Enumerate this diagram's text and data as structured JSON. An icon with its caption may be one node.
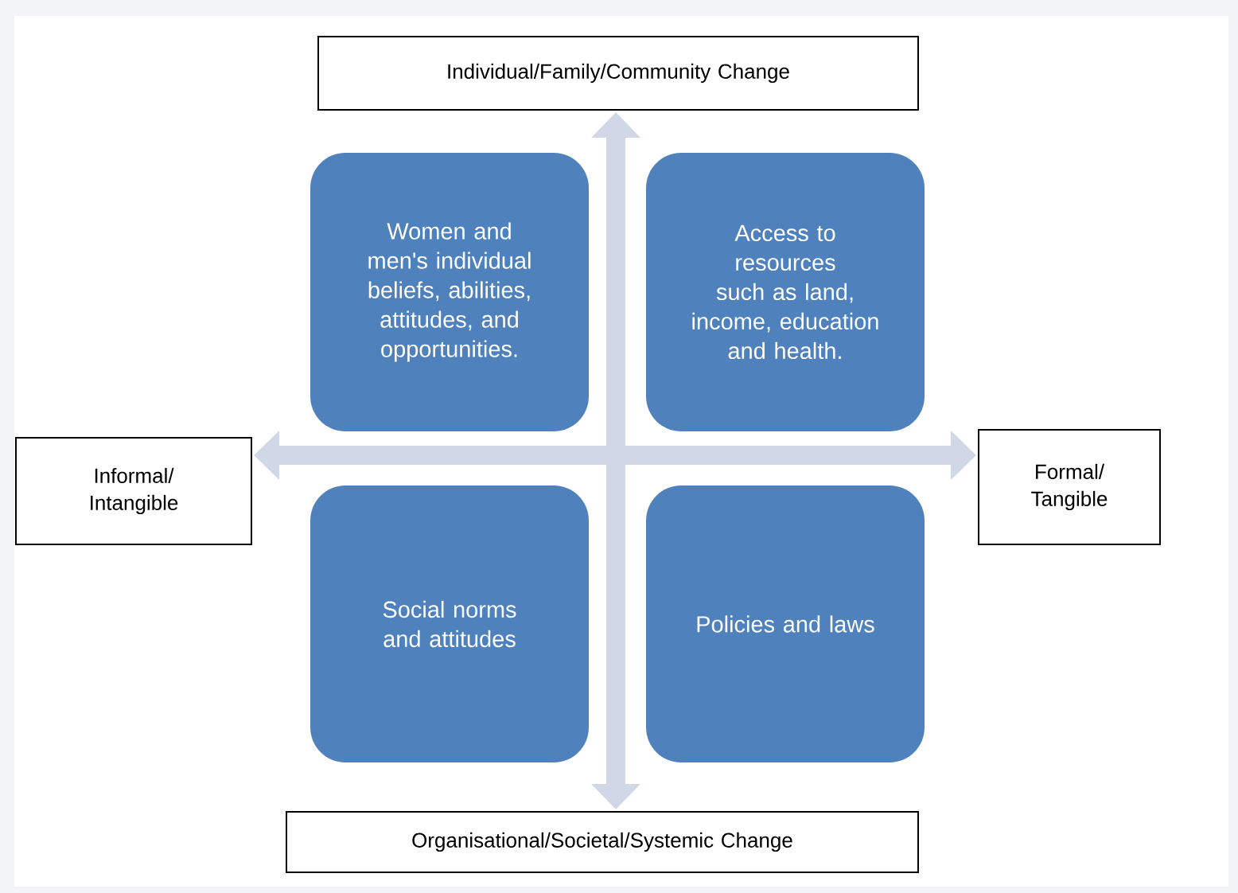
{
  "diagram": {
    "nodes": [
      {
        "text": [
          "Individual/Family/Community Change"
        ]
      },
      {
        "text": [
          "Women and men's individual beliefs, abilities, attitudes, and opportunities."
        ]
      },
      {
        "text": [
          "Access to resources such as land, income, education and health."
        ]
      },
      {
        "text": [
          "Informal/ Intangible"
        ]
      },
      {
        "text": [
          "Formal/ Tangible"
        ]
      },
      {
        "text": [
          "Social norms and attitudes"
        ]
      },
      {
        "text": [
          "Policies and laws"
        ]
      },
      {
        "text": [
          "Organisational/Societal/Systemic Change"
        ]
      }
    ],
    "edges": [
      {
        "from": 0,
        "to": 7,
        "arrow": "both"
      },
      {
        "from": 3,
        "to": 4,
        "arrow": "both"
      }
    ]
  }
}
